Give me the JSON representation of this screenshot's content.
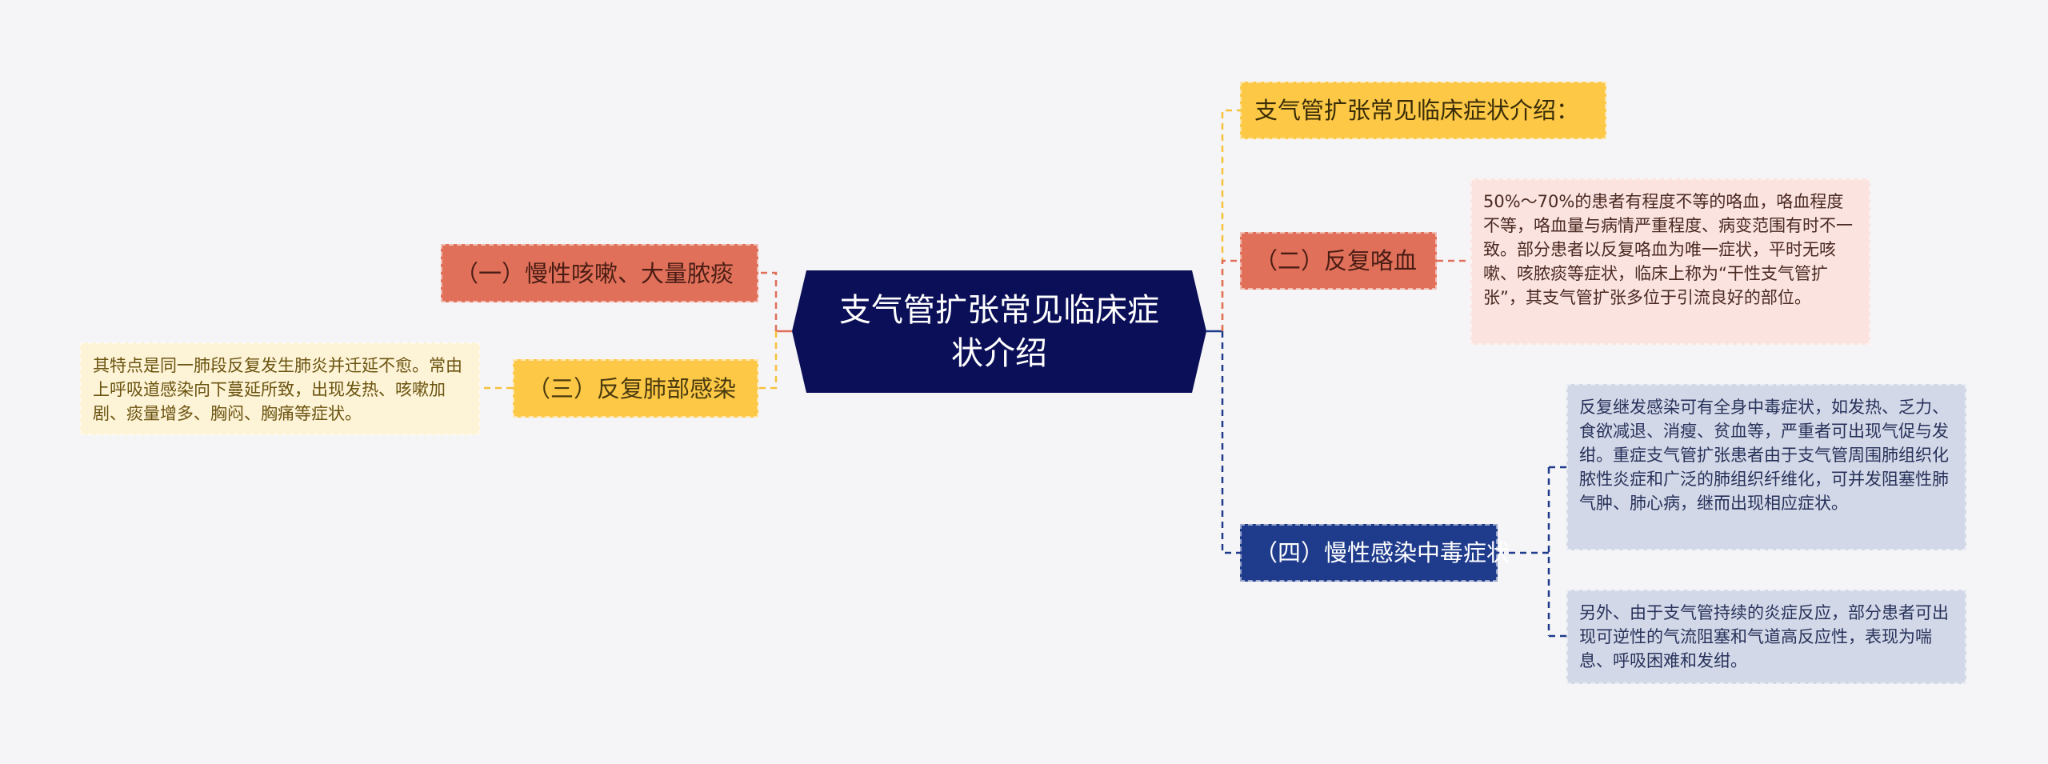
{
  "colors": {
    "background": "#f5f5f7",
    "root": "#0b0f57",
    "red_branch": "#e0705a",
    "yellow_branch": "#fcc845",
    "blue_branch": "#1f3b8c",
    "red_desc": "#fbe3df",
    "yellow_desc": "#fdf3d6",
    "blue_desc": "#d3d8e8",
    "line_red": "#e0705a",
    "line_yellow": "#f5c23e",
    "line_blue": "#1f3b8c"
  },
  "root": {
    "title": "支气管扩张常见临床症状介绍"
  },
  "left": [
    {
      "label": "（一）慢性咳嗽、大量脓痰"
    },
    {
      "label": "（三）反复肺部感染",
      "description": "其特点是同一肺段反复发生肺炎并迁延不愈。常由上呼吸道感染向下蔓延所致，出现发热、咳嗽加剧、痰量增多、胸闷、胸痛等症状。"
    }
  ],
  "right": [
    {
      "label": "支气管扩张常见临床症状介绍："
    },
    {
      "label": "（二）反复咯血",
      "description": "50%～70%的患者有程度不等的咯血，咯血程度不等，咯血量与病情严重程度、病变范围有时不一致。部分患者以反复咯血为唯一症状，平时无咳嗽、咳脓痰等症状，临床上称为“干性支气管扩张”，其支气管扩张多位于引流良好的部位。"
    },
    {
      "label": "（四）慢性感染中毒症状",
      "descriptions": [
        "反复继发感染可有全身中毒症状，如发热、乏力、食欲减退、消瘦、贫血等，严重者可出现气促与发绀。重症支气管扩张患者由于支气管周围肺组织化脓性炎症和广泛的肺组织纤维化，可并发阻塞性肺气肿、肺心病，继而出现相应症状。",
        "另外、由于支气管持续的炎症反应，部分患者可出现可逆性的气流阻塞和气道高反应性，表现为喘息、呼吸困难和发绀。"
      ]
    }
  ]
}
